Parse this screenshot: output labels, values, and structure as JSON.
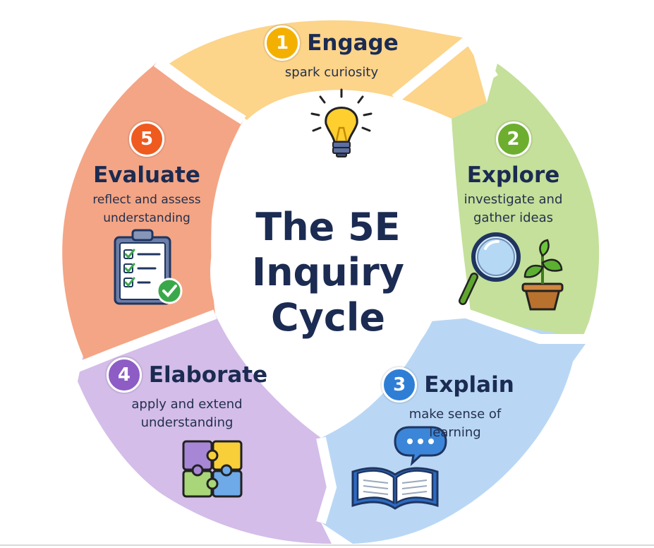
{
  "center": {
    "title_line1": "The 5E",
    "title_line2": "Inquiry",
    "title_line3": "Cycle"
  },
  "stages": [
    {
      "number": "1",
      "title": "Engage",
      "desc_line1": "spark curiosity",
      "desc_line2": "",
      "color": "#fcd48a",
      "badge_color": "#f4b000",
      "icon": "lightbulb-icon"
    },
    {
      "number": "2",
      "title": "Explore",
      "desc_line1": "investigate and",
      "desc_line2": "gather ideas",
      "color": "#c4e09a",
      "badge_color": "#6dae2e",
      "icon": "magnifier-and-plant-icon"
    },
    {
      "number": "3",
      "title": "Explain",
      "desc_line1": "make sense of",
      "desc_line2": "learning",
      "color": "#b9d7f5",
      "badge_color": "#2e7ed6",
      "icon": "open-book-chat-icon"
    },
    {
      "number": "4",
      "title": "Elaborate",
      "desc_line1": "apply and extend",
      "desc_line2": "understanding",
      "color": "#d4bde9",
      "badge_color": "#8d5cc5",
      "icon": "puzzle-icon"
    },
    {
      "number": "5",
      "title": "Evaluate",
      "desc_line1": "reflect and assess",
      "desc_line2": "understanding",
      "color": "#f4a585",
      "badge_color": "#ef5a1f",
      "icon": "clipboard-checklist-icon"
    }
  ]
}
